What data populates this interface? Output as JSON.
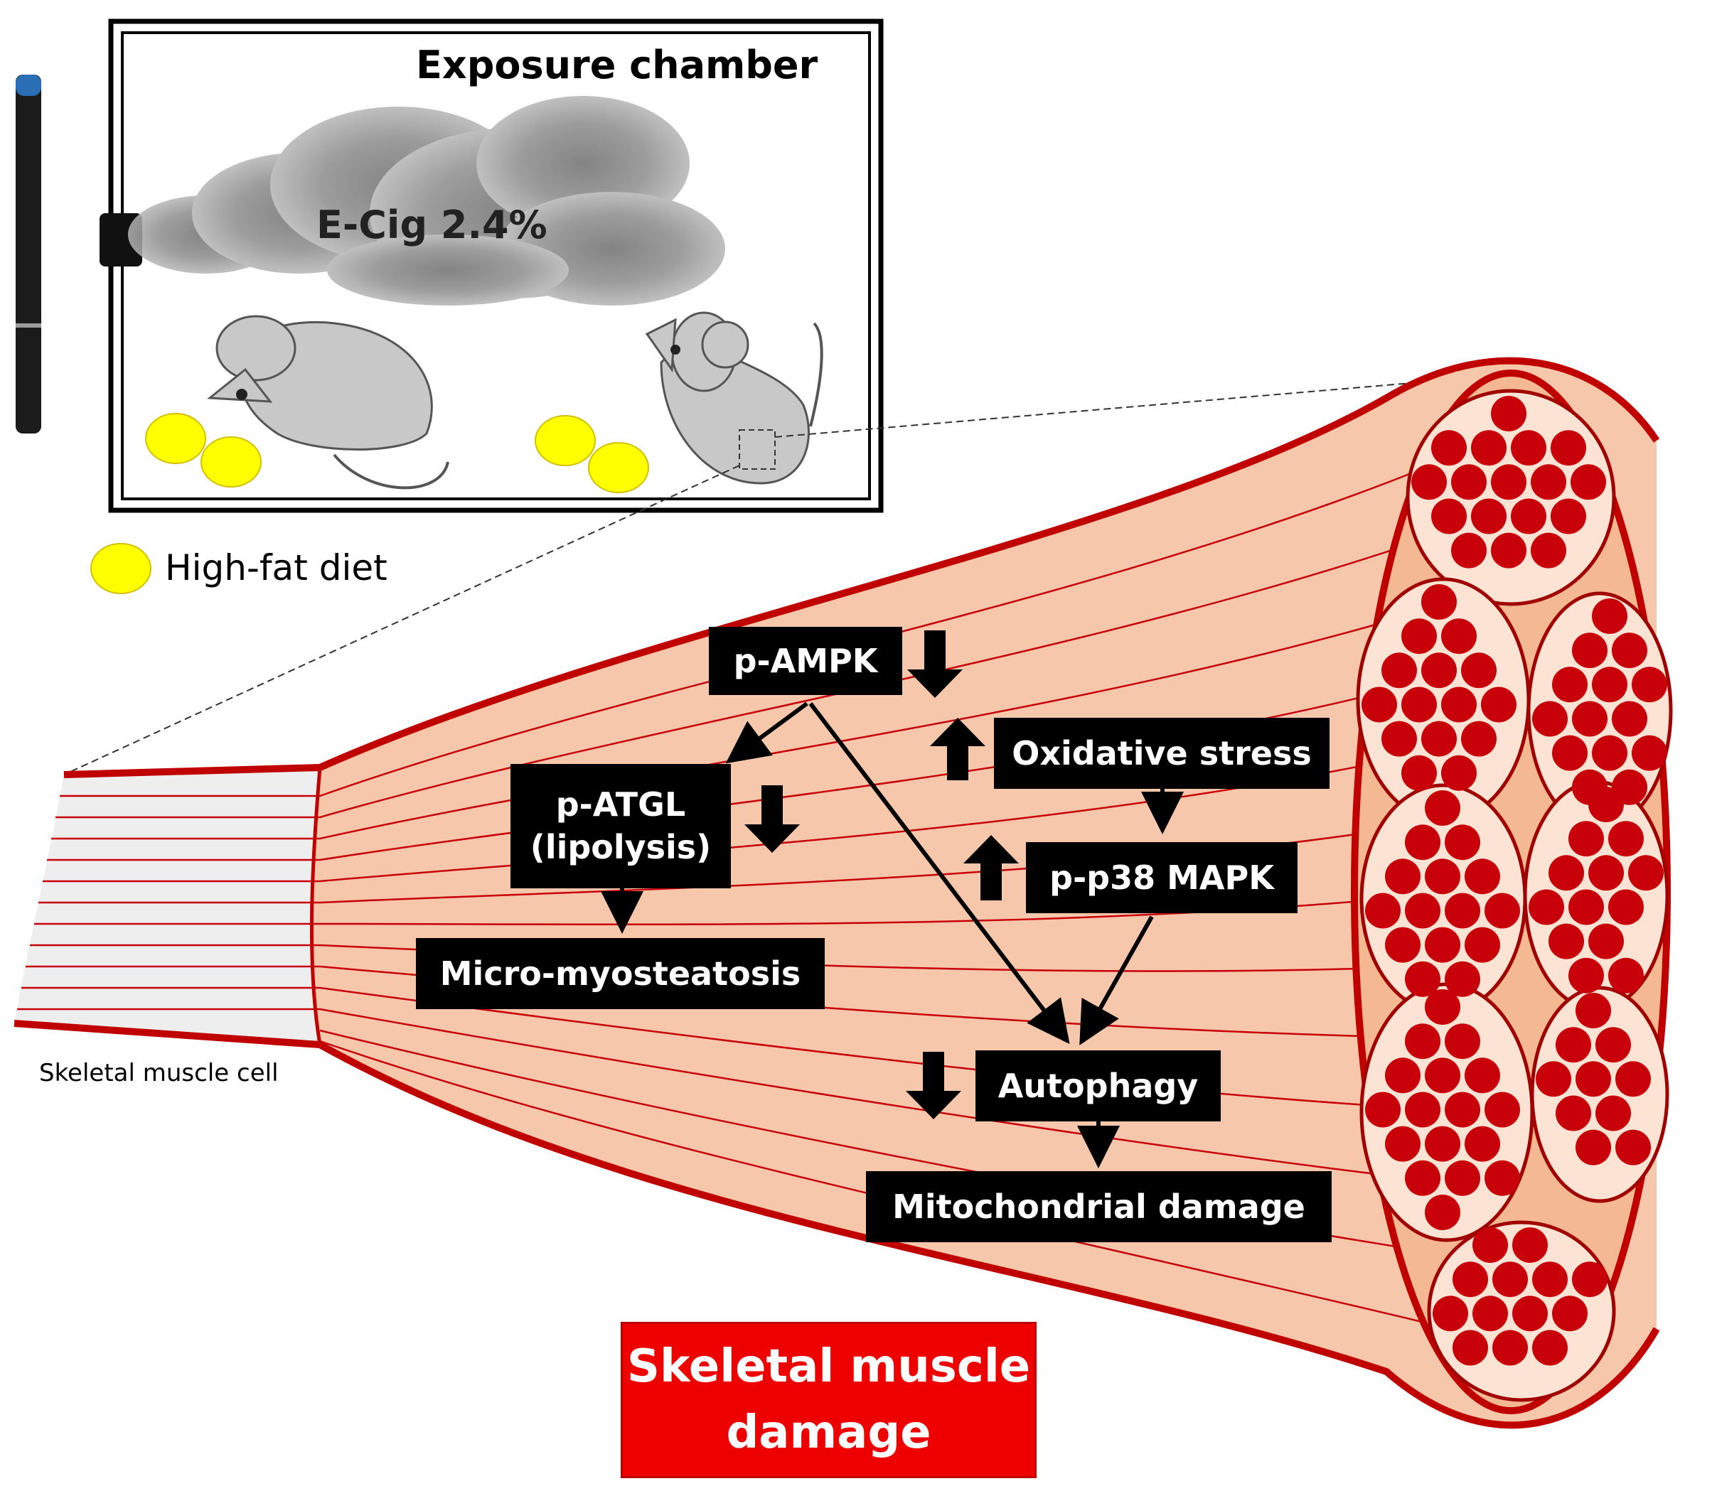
{
  "chamber": {
    "title": "Exposure chamber",
    "exposure_label": "E-Cig 2.4%"
  },
  "legend": {
    "item": "High-fat diet",
    "color": "#ffff00"
  },
  "muscle": {
    "cell_label": "Skeletal muscle cell",
    "fill_color": "#f6c7aa",
    "outline_color": "#c00000",
    "fiber_color": "#c8000a"
  },
  "pathway": {
    "nodes": {
      "p_ampk": {
        "label": "p-AMPK",
        "change": "decrease"
      },
      "p_atgl": {
        "line1": "p-ATGL",
        "line2": "(lipolysis)",
        "change": "decrease"
      },
      "oxidative_stress": {
        "label": "Oxidative stress",
        "change": "increase"
      },
      "p_p38": {
        "label": "p-p38 MAPK",
        "change": "increase"
      },
      "micro_myosteatosis": {
        "label": "Micro-myosteatosis"
      },
      "autophagy": {
        "label": "Autophagy",
        "change": "decrease"
      },
      "mito_damage": {
        "label": "Mitochondrial damage"
      }
    }
  },
  "outcome": {
    "line1": "Skeletal muscle",
    "line2": "damage",
    "color": "#ee0000"
  }
}
